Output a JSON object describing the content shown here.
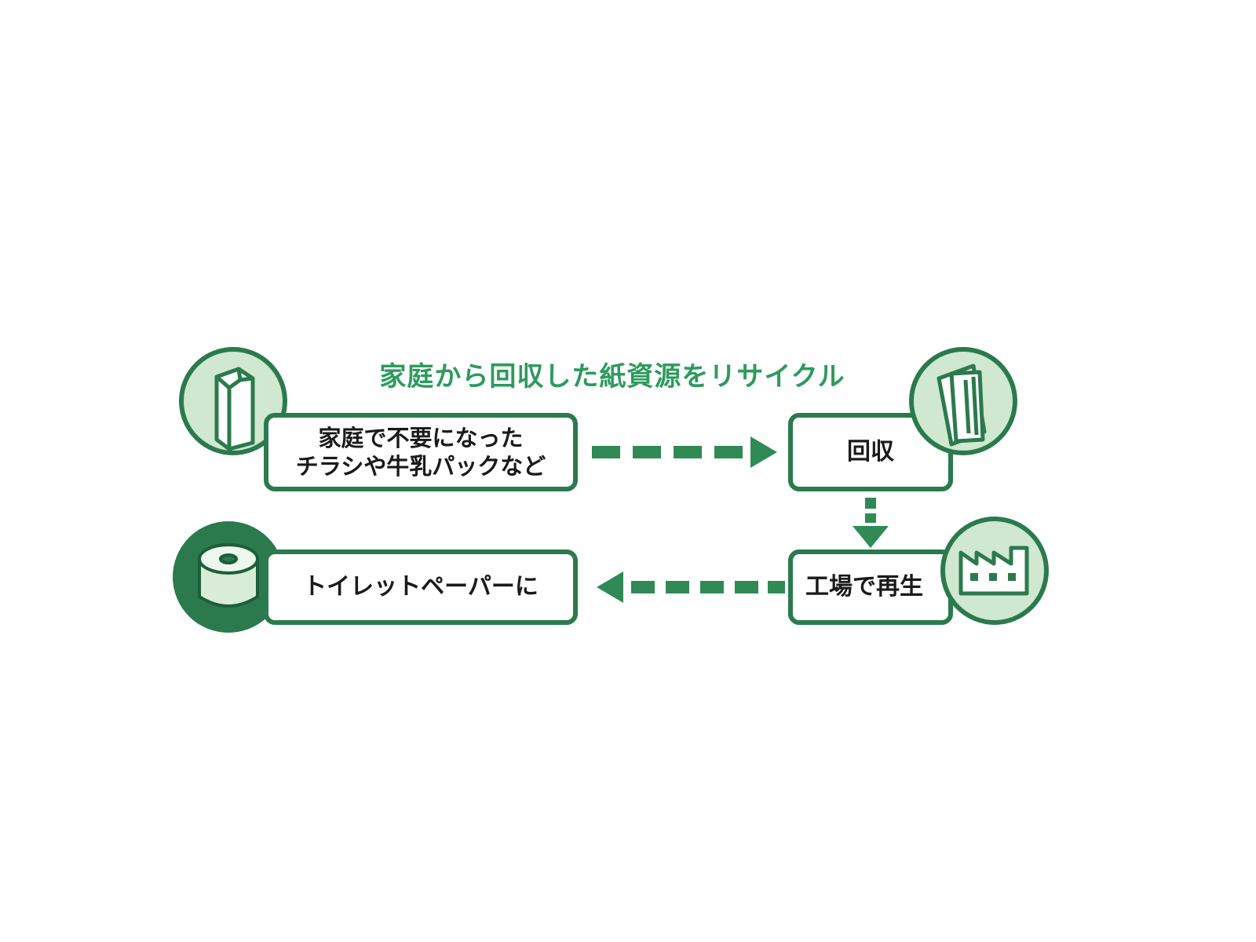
{
  "title": "家庭から回収した紙資源をリサイクル",
  "steps": {
    "households": {
      "line1": "家庭で不要になった",
      "line2": "チラシや牛乳パックなど",
      "icon": "milk-carton-icon"
    },
    "collection": {
      "label": "回収",
      "icon": "paper-bundle-icon"
    },
    "factory": {
      "label": "工場で再生",
      "icon": "factory-icon"
    },
    "toilet_paper": {
      "label": "トイレットペーパーに",
      "icon": "toilet-paper-roll-icon"
    }
  },
  "colors": {
    "dark_green": "#2b7a4e",
    "light_green_fill": "#cfe8cf",
    "title_green": "#2e9a5e",
    "arrow_green": "#2f8a55"
  }
}
